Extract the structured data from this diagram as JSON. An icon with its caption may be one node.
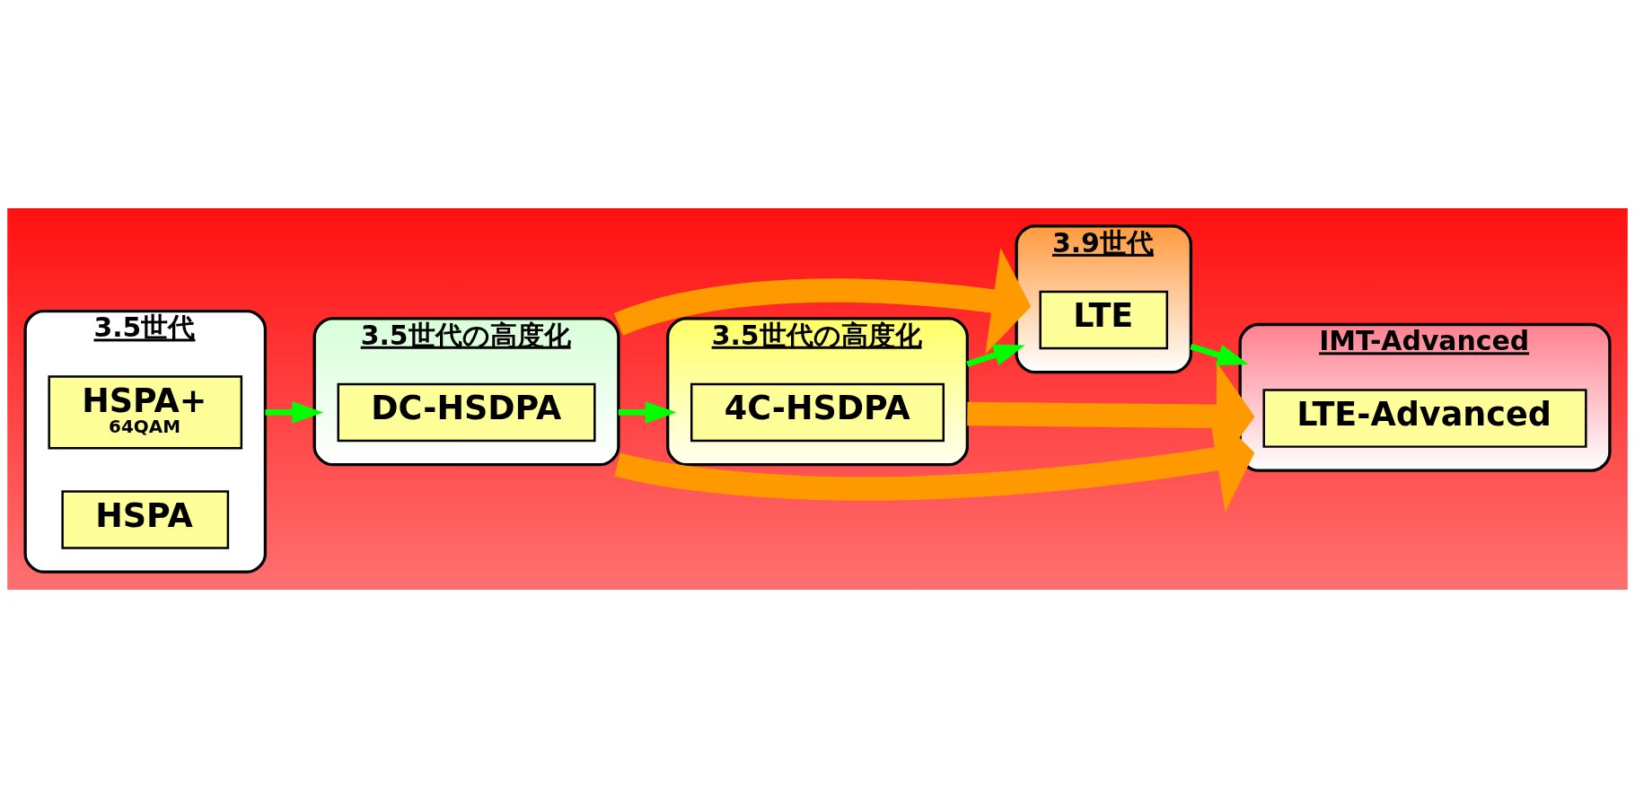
{
  "diagram": {
    "nodes": [
      {
        "text": [
          "3.5世代"
        ]
      },
      {
        "text": [
          "HSPA+",
          "64QAM"
        ],
        "in": 0
      },
      {
        "text": [
          "HSPA"
        ],
        "in": 0
      },
      {
        "text": [
          "3.5世代の高度化"
        ]
      },
      {
        "text": [
          "DC-HSDPA"
        ],
        "in": 3
      },
      {
        "text": [
          "3.5世代の高度化"
        ]
      },
      {
        "text": [
          "4C-HSDPA"
        ],
        "in": 5
      },
      {
        "text": [
          "3.9世代"
        ]
      },
      {
        "text": [
          "LTE"
        ],
        "in": 7
      },
      {
        "text": [
          "IMT-Advanced"
        ]
      },
      {
        "text": [
          "LTE-Advanced"
        ],
        "in": 9
      }
    ],
    "edges": [
      {
        "from": 0,
        "to": 3,
        "arrow": "to"
      },
      {
        "from": 3,
        "to": 5,
        "arrow": "to"
      },
      {
        "from": 5,
        "to": 7,
        "arrow": "to"
      },
      {
        "from": 7,
        "to": 9,
        "arrow": "to"
      },
      {
        "from": 3,
        "to": 7,
        "arrow": "to",
        "style": "thick",
        "color": "#ff9900"
      },
      {
        "from": 3,
        "to": 9,
        "arrow": "to",
        "style": "thick",
        "color": "#ff9900"
      },
      {
        "from": 5,
        "to": 9,
        "arrow": "to",
        "style": "thick",
        "color": "#ff9900"
      }
    ]
  }
}
